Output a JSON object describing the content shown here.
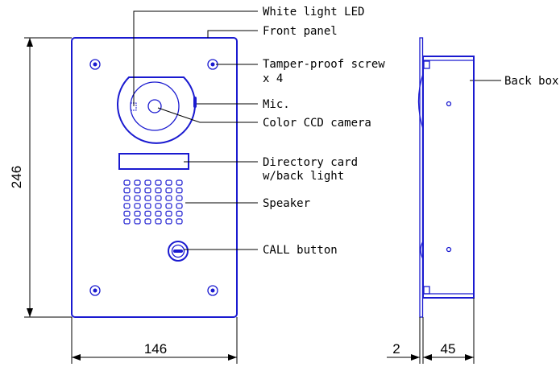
{
  "labels": {
    "white_light_led": "White light LED",
    "front_panel": "Front panel",
    "tamper_screw_1": "Tamper-proof screw",
    "tamper_screw_2": "x 4",
    "mic": "Mic.",
    "color_ccd_camera": "Color CCD camera",
    "directory_card_1": "Directory card",
    "directory_card_2": "w/back light",
    "speaker": "Speaker",
    "call_button": "CALL button",
    "back_box": "Back box"
  },
  "dimensions": {
    "height": "246",
    "width": "146",
    "panel_depth": "2",
    "box_depth": "45"
  },
  "colors": {
    "device_outline": "#1a1ad0",
    "annotation": "#000000"
  }
}
